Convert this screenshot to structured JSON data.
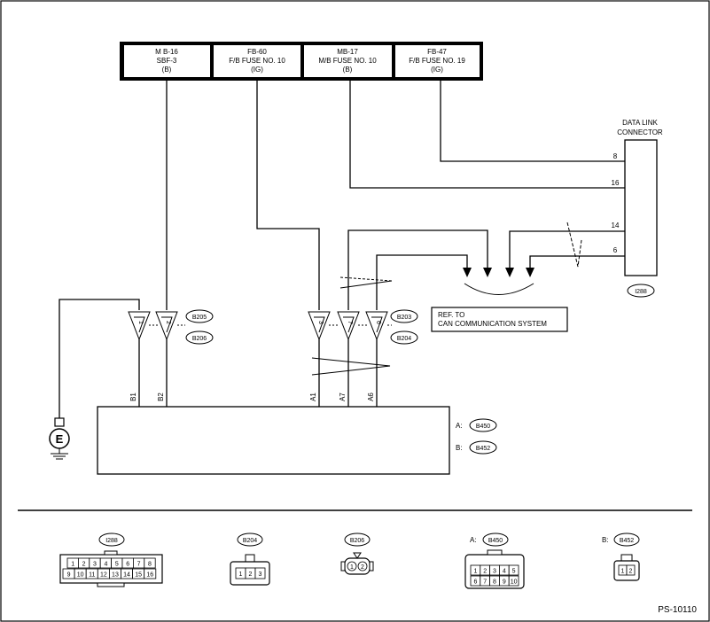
{
  "fuse_boxes": [
    {
      "l1": "M B-16",
      "l2": "SBF-3",
      "l3": "(B)"
    },
    {
      "l1": "FB-60",
      "l2": "F/B FUSE NO. 10",
      "l3": "(IG)"
    },
    {
      "l1": "MB-17",
      "l2": "M/B FUSE NO. 10",
      "l3": "(B)"
    },
    {
      "l1": "FB-47",
      "l2": "F/B FUSE NO. 19",
      "l3": "(IG)"
    }
  ],
  "data_link_connector": {
    "label1": "DATA LINK",
    "label2": "CONNECTOR",
    "pins": [
      "8",
      "16",
      "14",
      "6"
    ],
    "id": "I288"
  },
  "ref_box": {
    "line1": "REF. TO",
    "line2": "CAN COMMUNICATION SYSTEM"
  },
  "connectors": {
    "b205": "B205",
    "b206": "B206",
    "b203": "B203",
    "b204": "B204"
  },
  "connector_pins": [
    "1",
    "2",
    "3",
    "7",
    "6"
  ],
  "ecm_pins": [
    "B1",
    "B2",
    "A1",
    "A7",
    "A6"
  ],
  "ecm_connectors": {
    "a_prefix": "A:",
    "a_id": "B450",
    "b_prefix": "B:",
    "b_id": "B452"
  },
  "ground": "E",
  "legend": {
    "i288": {
      "label": "I288",
      "row1": [
        "1",
        "2",
        "3",
        "4",
        "5",
        "6",
        "7",
        "8"
      ],
      "row2": [
        "9",
        "10",
        "11",
        "12",
        "13",
        "14",
        "15",
        "16"
      ]
    },
    "b204": {
      "label": "B204",
      "pins": [
        "1",
        "2",
        "3"
      ]
    },
    "b206": {
      "label": "B206",
      "pins": [
        "1",
        "2"
      ]
    },
    "b450": {
      "prefix": "A:",
      "label": "B450",
      "row1": [
        "1",
        "2",
        "3",
        "4",
        "5"
      ],
      "row2": [
        "6",
        "7",
        "8",
        "9",
        "10"
      ]
    },
    "b452": {
      "prefix": "B:",
      "label": "B452",
      "pins": [
        "1",
        "2"
      ]
    }
  },
  "figure_code": "PS-10110"
}
